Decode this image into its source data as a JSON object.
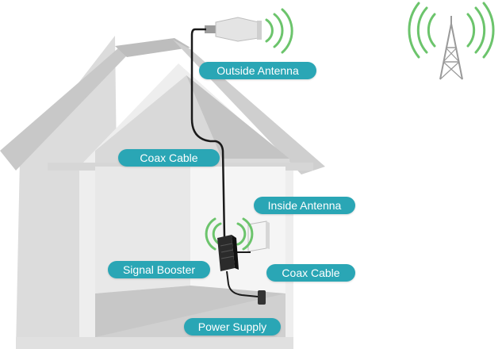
{
  "colors": {
    "label_bg": "#2aa6b5",
    "label_text": "#ffffff",
    "signal_wave": "#6cc46c",
    "house_wall": "#e6e6e6",
    "roof": "#d2d2d2",
    "cable": "#1a1a1a",
    "tower": "#9a9a9a"
  },
  "labels": {
    "outside_antenna": "Outside Antenna",
    "coax_cable_top": "Coax Cable",
    "inside_antenna": "Inside Antenna",
    "signal_booster": "Signal Booster",
    "coax_cable_bottom": "Coax Cable",
    "power_supply": "Power Supply"
  },
  "icons": {
    "tower": "cell-tower-icon",
    "outside_antenna": "yagi-antenna-icon",
    "inside_antenna": "panel-antenna-icon",
    "booster": "signal-booster-icon",
    "power": "power-plug-icon"
  }
}
